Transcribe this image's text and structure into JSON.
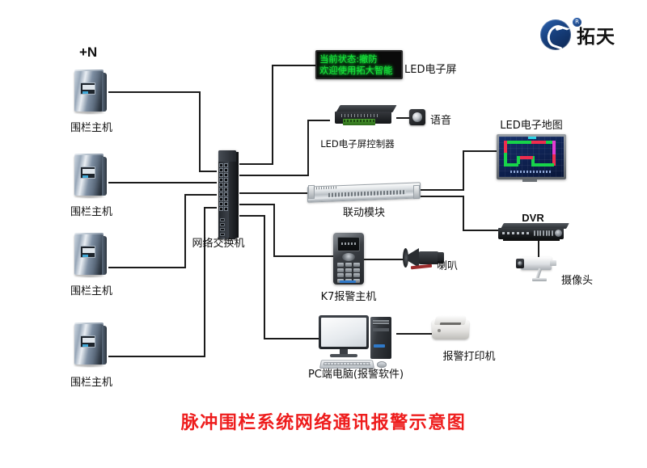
{
  "diagram": {
    "title": "脉冲围栏系统网络通讯报警示意图",
    "title_color": "#ee1c1c",
    "plus_n": "+N"
  },
  "brand": {
    "wordmark": "拓天",
    "registered_mark": "R"
  },
  "led_screen": {
    "line1": "当前状态:撤防",
    "line2": "欢迎使用拓大智能",
    "label": "LED电子屏",
    "text_color": "#17e83a"
  },
  "nodes": {
    "fence_hosts": [
      {
        "label": "围栏主机"
      },
      {
        "label": "围栏主机"
      },
      {
        "label": "围栏主机"
      },
      {
        "label": "围栏主机"
      }
    ],
    "switch": {
      "label": "网络交换机"
    },
    "led_controller": {
      "label": "LED电子屏控制器"
    },
    "voice": {
      "label": "语音"
    },
    "linkage_module": {
      "label": "联动模块"
    },
    "k7_alarm_host": {
      "label": "K7报警主机"
    },
    "horn": {
      "label": "喇叭"
    },
    "pc": {
      "label": "PC端电脑(报警软件)"
    },
    "printer": {
      "label": "报警打印机"
    },
    "led_map": {
      "label": "LED电子地图"
    },
    "dvr": {
      "label": "DVR"
    },
    "camera": {
      "label": "摄像头"
    }
  }
}
